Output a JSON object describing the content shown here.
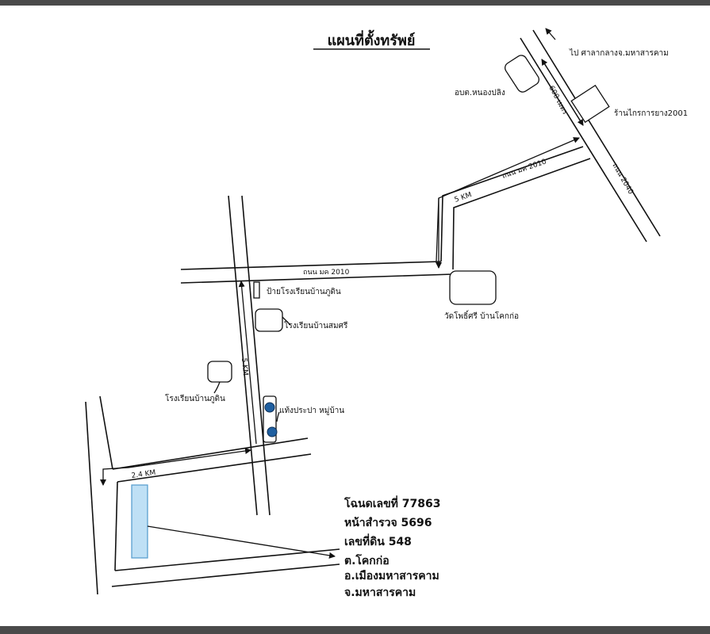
{
  "title": "แผนที่ตั้งทรัพย์",
  "colors": {
    "frame": "#4a4a4a",
    "plot_fill": "#bfe0f5",
    "plot_stroke": "#5aa0d0",
    "pin_fill": "#1f5fa0"
  },
  "landmarks": {
    "to_city_hall": "ไป ศาลากลางจ.มหาสารคาม",
    "sao_nong_pling": "อบต.หนองปลิง",
    "tire_shop": "ร้านไกรการยาง2001",
    "road_2040": "ถนน 2040",
    "dist_600m": "600 เมตร",
    "road_mk2010_upper": "ถนน มค 2010",
    "dist_5km": "5 KM",
    "road_mk2010_lower": "ถนน มค 2010",
    "wat": "วัดโพธิ์ศรี บ้านโคกก่อ",
    "school_sign": "ป้ายโรงเรียนบ้านภูดิน",
    "school_somsri": "โรงเรียนบ้านสมศรี",
    "dist_5km_vertical": "5 KM",
    "school_phudin": "โรงเรียนบ้านภูดิน",
    "water_tank": "แท้งประปา หมู่บ้าน",
    "dist_2_4km": "2.4  KM"
  },
  "deed": {
    "line1": "โฉนดเลขที่ 77863",
    "line2": "หน้าสำรวจ 5696",
    "line3": "เลขที่ดิน 548",
    "line4": "ต.โคกก่อ",
    "line5": "อ.เมืองมหาสารคาม",
    "line6": "จ.มหาสารคาม"
  }
}
